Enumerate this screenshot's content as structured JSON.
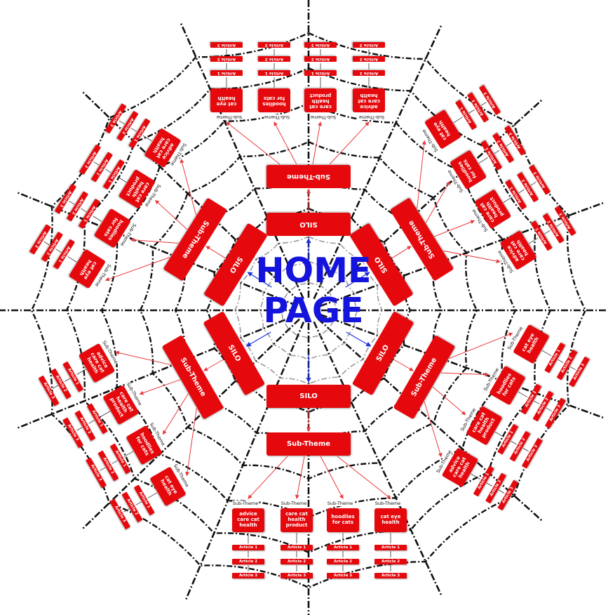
{
  "home": {
    "line1": "HOME",
    "line2": "PAGE"
  },
  "diagram": {
    "silo_label": "SILO",
    "subtheme_label": "Sub-Theme",
    "leaf_topics": [
      "advice care cat health",
      "care cat health product",
      "hoodlies for cats",
      "cat eye health"
    ],
    "articles": [
      "Article 1",
      "Article 2",
      "Article 3"
    ]
  },
  "colors": {
    "box": "#e5090d",
    "home_text": "#1414dc",
    "web": "#111111",
    "arrow_red": "#e8393b",
    "arrow_blue": "#2233dd"
  }
}
